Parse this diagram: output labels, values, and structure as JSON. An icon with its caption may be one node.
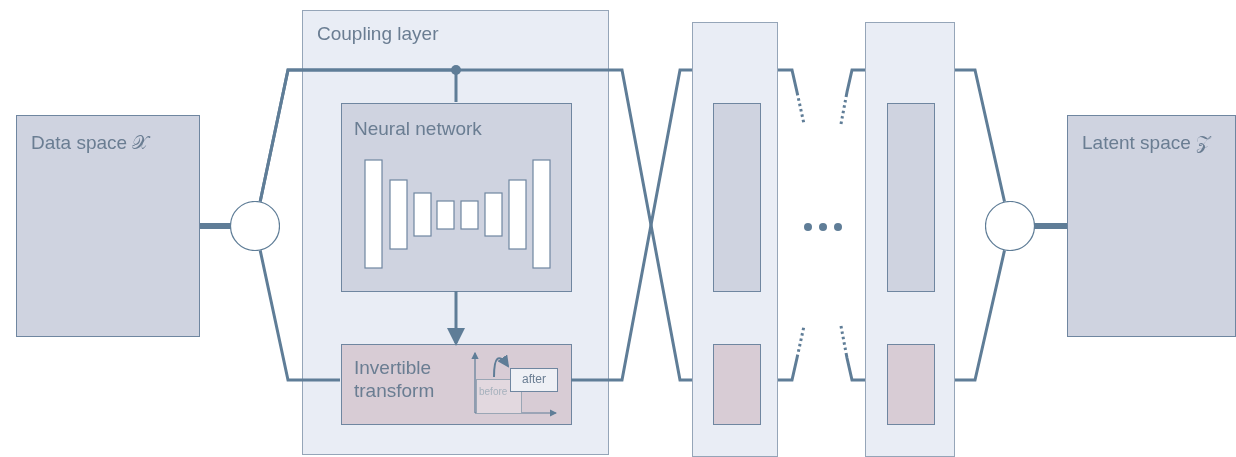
{
  "diagram": {
    "nodes": [
      {
        "text": [
          "Data space 𝒳"
        ]
      },
      {
        "text": [],
        "shape": "circle"
      },
      {
        "text": [
          "Coupling layer"
        ]
      },
      {
        "text": [
          "Neural network"
        ],
        "in": 2
      },
      {
        "text": [
          "Invertible transform"
        ],
        "in": 2
      },
      {
        "text": [
          "before"
        ],
        "in": 4
      },
      {
        "text": [
          "after"
        ],
        "in": 4
      },
      {
        "text": [],
        "shape": "box"
      },
      {
        "text": [],
        "shape": "box",
        "in": 7
      },
      {
        "text": [],
        "shape": "box",
        "in": 7
      },
      {
        "text": [],
        "shape": "box"
      },
      {
        "text": [],
        "shape": "box",
        "in": 10
      },
      {
        "text": [],
        "shape": "box",
        "in": 10
      },
      {
        "text": [],
        "shape": "circle"
      },
      {
        "text": [
          "Latent space 𝒵"
        ]
      }
    ],
    "edges": [
      {
        "from": 0,
        "to": 1,
        "arrow": "none",
        "style": "thick"
      },
      {
        "from": 1,
        "to": 3,
        "arrow": "none"
      },
      {
        "from": 1,
        "to": 7,
        "arrow": "none"
      },
      {
        "from": 1,
        "to": 4,
        "arrow": "none"
      },
      {
        "from": 3,
        "to": 4,
        "arrow": "to"
      },
      {
        "from": 4,
        "to": 7,
        "arrow": "none"
      },
      {
        "from": 7,
        "to": null,
        "arrow": "none",
        "style": "dashed"
      },
      {
        "from": 7,
        "to": null,
        "arrow": "none",
        "style": "dashed"
      },
      {
        "from": null,
        "to": 10,
        "arrow": "none",
        "style": "dashed"
      },
      {
        "from": null,
        "to": 10,
        "arrow": "none",
        "style": "dashed"
      },
      {
        "from": 10,
        "to": 13,
        "arrow": "none"
      },
      {
        "from": 10,
        "to": 13,
        "arrow": "none"
      },
      {
        "from": 13,
        "to": 14,
        "arrow": "none",
        "style": "thick"
      },
      {
        "from": 5,
        "to": 6,
        "arrow": "to"
      }
    ]
  }
}
